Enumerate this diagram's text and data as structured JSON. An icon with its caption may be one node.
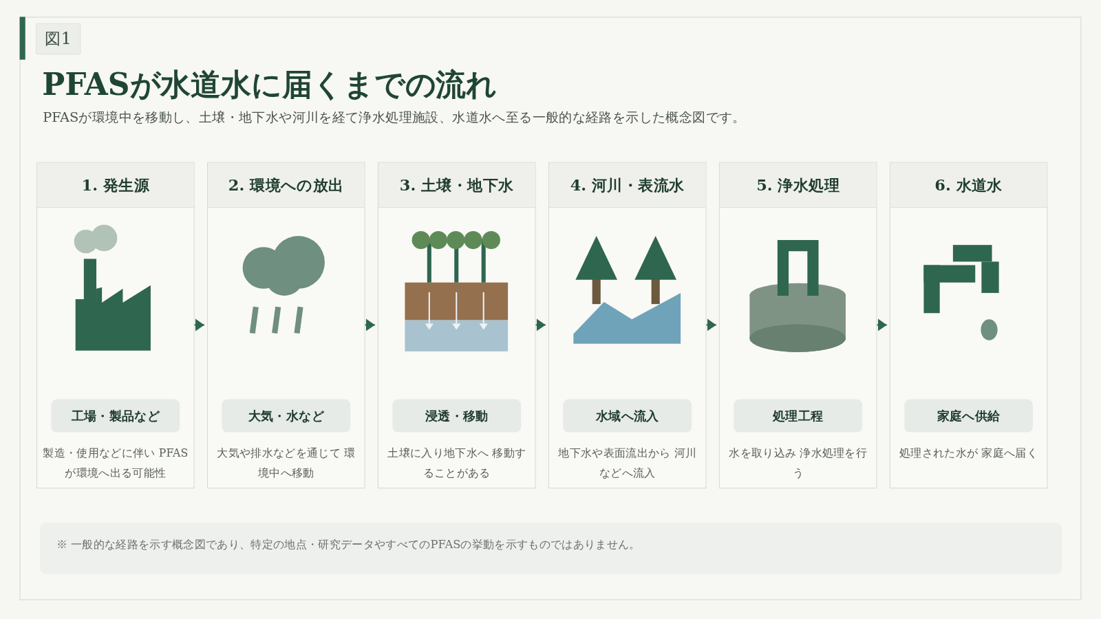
{
  "diagram": {
    "title": "PFASが水道水に届くまでの流れ",
    "nodes": [
      {
        "text": [
          "1. 発生源",
          "製造・使用などに伴い PFASが環境へ出る可能性"
        ]
      },
      {
        "text": [
          "工場・製品など"
        ],
        "in": 0
      },
      {
        "text": [
          "2. 環境への放出",
          "大気や排水などを通じて 環境中へ移動"
        ]
      },
      {
        "text": [
          "大気・水など"
        ],
        "in": 2
      },
      {
        "text": [
          "3. 土壌・地下水",
          "土壌に入り地下水へ 移動することがある"
        ]
      },
      {
        "text": [
          "浸透・移動"
        ],
        "in": 4
      },
      {
        "text": [
          "4. 河川・表流水",
          "地下水や表面流出から 河川などへ流入"
        ]
      },
      {
        "text": [
          "水域へ流入"
        ],
        "in": 6
      },
      {
        "text": [
          "5. 浄水処理",
          "水を取り込み 浄水処理を行う"
        ]
      },
      {
        "text": [
          "処理工程"
        ],
        "in": 8
      },
      {
        "text": [
          "6. 水道水",
          "処理された水が 家庭へ届く"
        ]
      },
      {
        "text": [
          "家庭へ供給"
        ],
        "in": 10
      }
    ],
    "edges": [
      {
        "from": 0,
        "to": 2,
        "arrow": "to"
      },
      {
        "from": 2,
        "to": 4,
        "arrow": "to"
      },
      {
        "from": 4,
        "to": 6,
        "arrow": "to"
      },
      {
        "from": 6,
        "to": 8,
        "arrow": "to"
      },
      {
        "from": 8,
        "to": 10,
        "arrow": "to"
      }
    ],
    "labels": [
      "図1",
      "PFASが環境中を移動し、土壌・地下水や河川を経て浄水処理施設、水道水へ至る一般的な経路を示した概念図です。",
      "※ 一般的な経路を示す概念図であり、特定の地点・研究データやすべてのPFASの挙動を示すものではありません。"
    ]
  }
}
